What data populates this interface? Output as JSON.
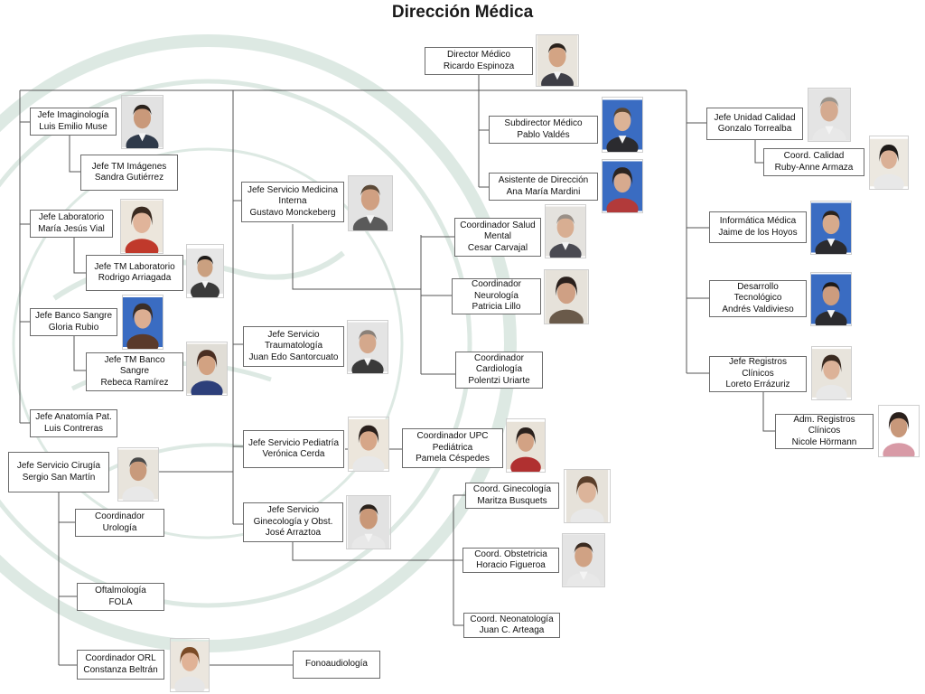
{
  "title": "Dirección Médica",
  "nodes": [
    {
      "id": "dir",
      "lines": [
        "Director Médico",
        "Ricardo Espinoza"
      ],
      "photo": "p1"
    },
    {
      "id": "subdir",
      "lines": [
        "Subdirector Médico",
        "Pablo Valdés"
      ],
      "photo": "p2"
    },
    {
      "id": "asist",
      "lines": [
        "Asistente de Dirección",
        "Ana María Mardini"
      ],
      "photo": "p3"
    },
    {
      "id": "img",
      "lines": [
        "Jefe Imaginología",
        "Luis Emilio Muse"
      ],
      "photo": "p4"
    },
    {
      "id": "tmimg",
      "lines": [
        "Jefe TM Imágenes",
        "Sandra Gutiérrez"
      ],
      "photo": ""
    },
    {
      "id": "lab",
      "lines": [
        "Jefe Laboratorio",
        "María Jesús Vial"
      ],
      "photo": "p5"
    },
    {
      "id": "tmlab",
      "lines": [
        "Jefe TM Laboratorio",
        "Rodrigo Arriagada"
      ],
      "photo": "p6"
    },
    {
      "id": "banco",
      "lines": [
        "Jefe Banco  Sangre",
        "Gloria Rubio"
      ],
      "photo": "p7"
    },
    {
      "id": "tmbanco",
      "lines": [
        "Jefe TM Banco",
        "Sangre",
        "Rebeca Ramírez"
      ],
      "photo": "p8"
    },
    {
      "id": "anat",
      "lines": [
        "Jefe Anatomía Pat.",
        "Luis Contreras"
      ],
      "photo": ""
    },
    {
      "id": "cir",
      "lines": [
        "Jefe Servicio Cirugía",
        "Sergio San Martín"
      ],
      "photo": "p9"
    },
    {
      "id": "uro",
      "lines": [
        "Coordinador",
        "Urología"
      ],
      "photo": ""
    },
    {
      "id": "oft",
      "lines": [
        "Oftalmología",
        "FOLA"
      ],
      "photo": ""
    },
    {
      "id": "orl",
      "lines": [
        "Coordinador ORL",
        "Constanza Beltrán"
      ],
      "photo": "p10"
    },
    {
      "id": "fono",
      "lines": [
        "Fonoaudiología"
      ],
      "photo": ""
    },
    {
      "id": "medint",
      "lines": [
        "Jefe Servicio Medicina",
        "Interna",
        "Gustavo Monckeberg"
      ],
      "photo": "p11"
    },
    {
      "id": "trauma",
      "lines": [
        "Jefe Servicio",
        "Traumatología",
        "Juan Edo Santorcuato"
      ],
      "photo": "p12"
    },
    {
      "id": "pedia",
      "lines": [
        "Jefe Servicio Pediatría",
        "Verónica Cerda"
      ],
      "photo": "p13"
    },
    {
      "id": "gine",
      "lines": [
        "Jefe Servicio",
        "Ginecología y Obst.",
        "José Arraztoa"
      ],
      "photo": "p14"
    },
    {
      "id": "salud",
      "lines": [
        "Coordinador Salud",
        "Mental",
        "Cesar Carvajal"
      ],
      "photo": "p15"
    },
    {
      "id": "neuro",
      "lines": [
        "Coordinador",
        "Neurología",
        "Patricia Lillo"
      ],
      "photo": "p16"
    },
    {
      "id": "cardio",
      "lines": [
        "Coordinador",
        "Cardiología",
        "Polentzi Uriarte"
      ],
      "photo": ""
    },
    {
      "id": "upc",
      "lines": [
        "Coordinador UPC",
        "Pediátrica",
        "Pamela Céspedes"
      ],
      "photo": "p17"
    },
    {
      "id": "cgine",
      "lines": [
        "Coord. Ginecología",
        "Maritza Busquets"
      ],
      "photo": "p18"
    },
    {
      "id": "cobst",
      "lines": [
        "Coord. Obstetricia",
        "Horacio Figueroa"
      ],
      "photo": "p19"
    },
    {
      "id": "cneo",
      "lines": [
        "Coord. Neonatología",
        "Juan C. Arteaga"
      ],
      "photo": ""
    },
    {
      "id": "cal",
      "lines": [
        "Jefe Unidad Calidad",
        "Gonzalo Torrealba"
      ],
      "photo": "p20"
    },
    {
      "id": "ccal",
      "lines": [
        "Coord. Calidad",
        "Ruby-Anne Armaza"
      ],
      "photo": "p21"
    },
    {
      "id": "info",
      "lines": [
        "Informática Médica",
        "Jaime de los Hoyos"
      ],
      "photo": "p22"
    },
    {
      "id": "des",
      "lines": [
        "Desarrollo",
        "Tecnológico",
        "Andrés Valdivieso"
      ],
      "photo": "p23"
    },
    {
      "id": "reg",
      "lines": [
        "Jefe Registros",
        "Clínicos",
        "Loreto Errázuriz"
      ],
      "photo": "p24"
    },
    {
      "id": "admreg",
      "lines": [
        "Adm. Registros",
        "Clínicos",
        "Nicole Hörmann"
      ],
      "photo": "p25"
    }
  ]
}
